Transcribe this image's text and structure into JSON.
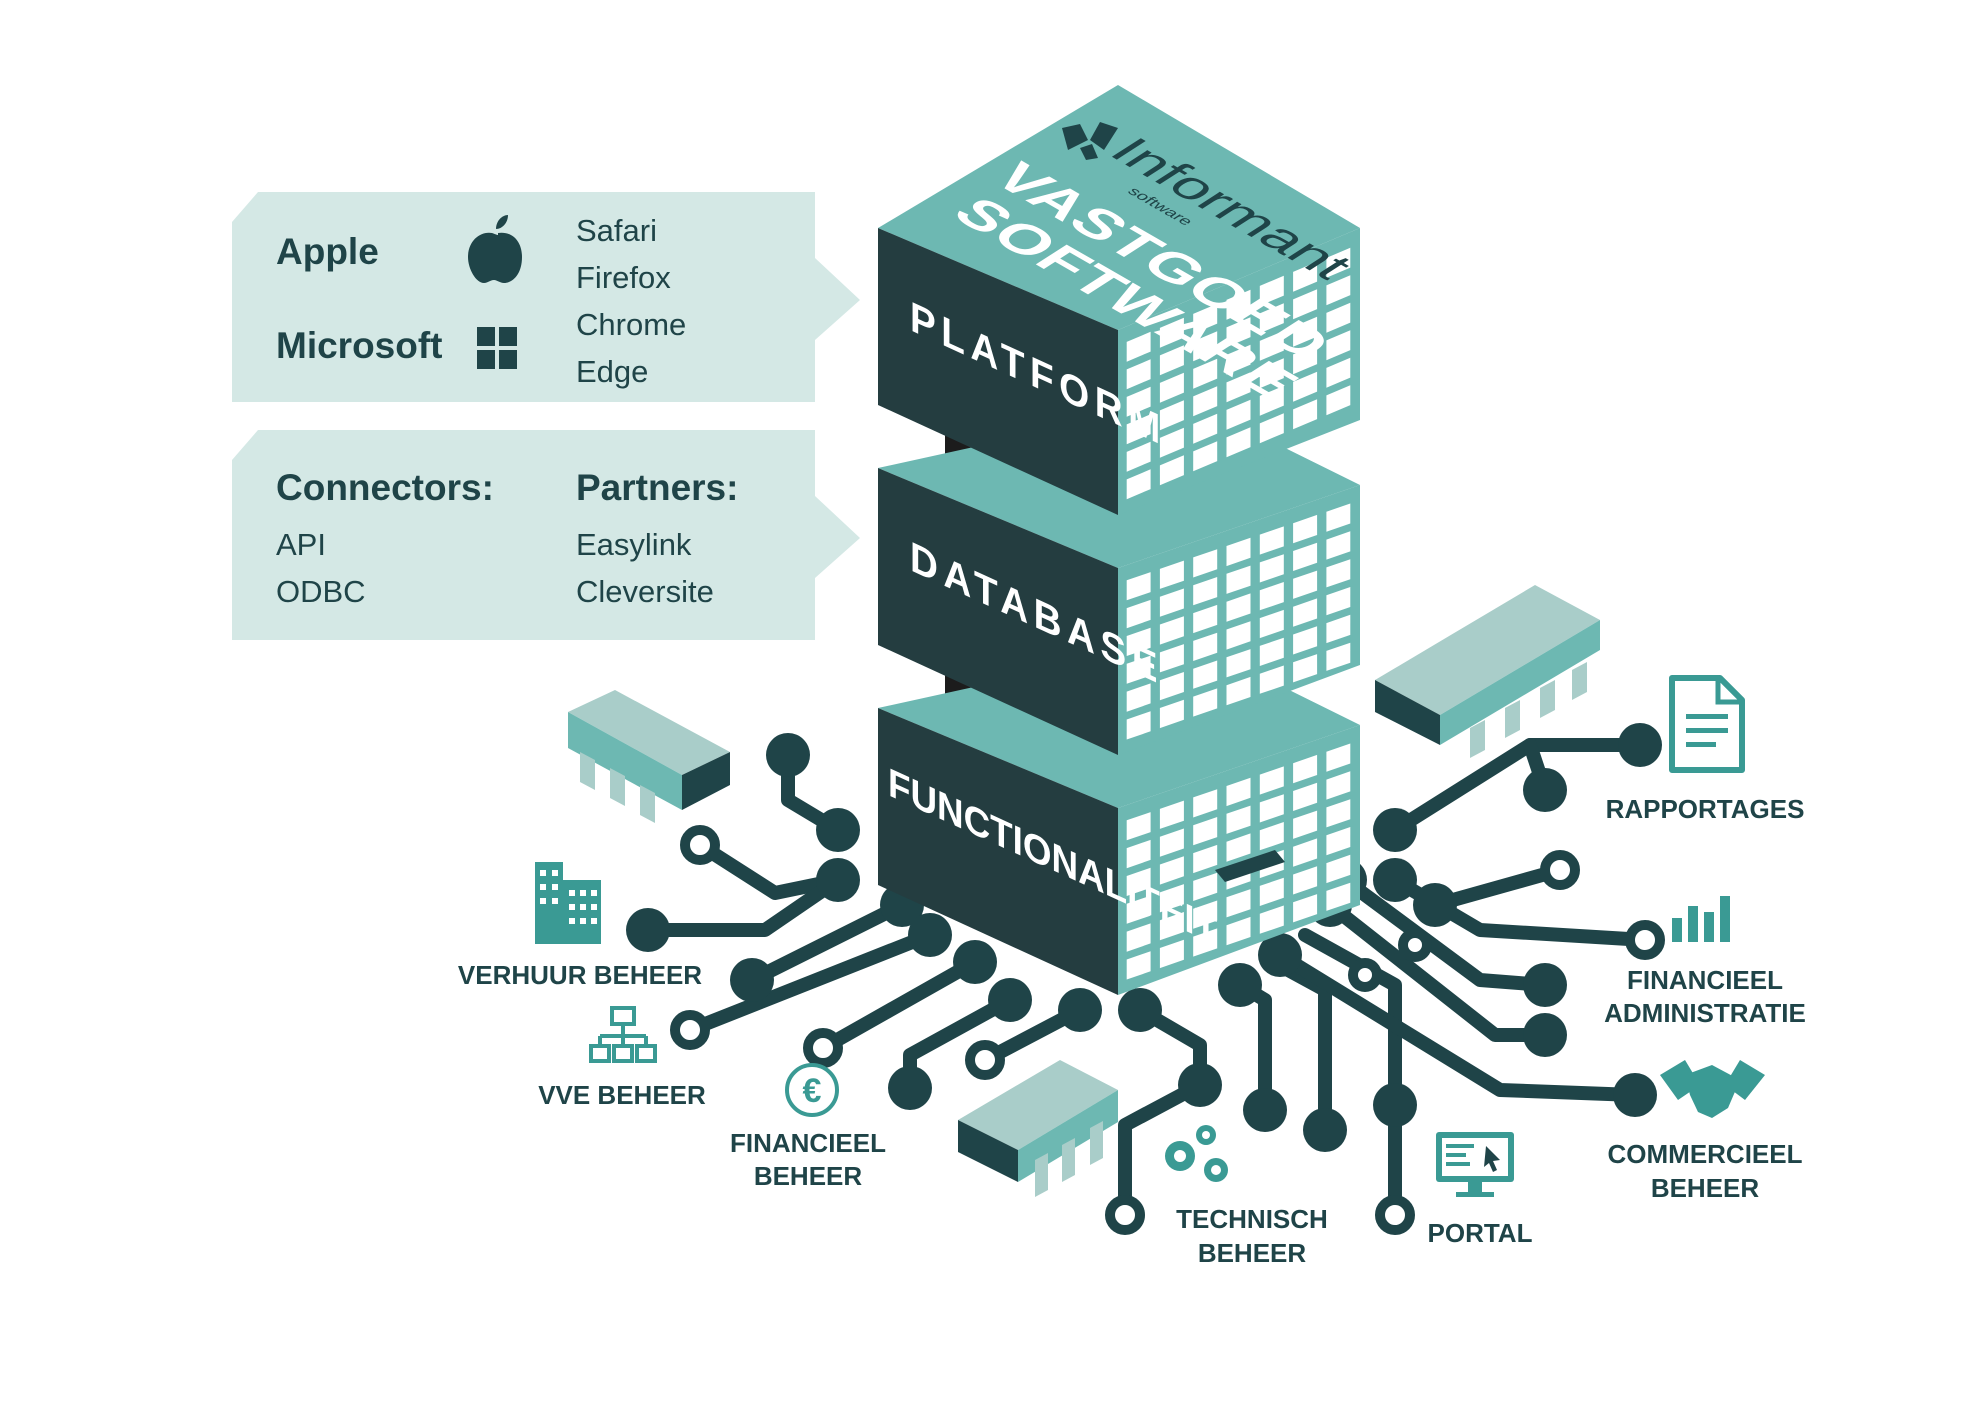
{
  "colors": {
    "teal": "#6db8b2",
    "teal_light": "#a9cdc9",
    "panel": "#d4e8e5",
    "dark": "#1f4448",
    "darker": "#243d40",
    "accent": "#3a9a94"
  },
  "platforms_panel": {
    "os": [
      {
        "name": "Apple",
        "icon": "apple-icon"
      },
      {
        "name": "Microsoft",
        "icon": "windows-icon"
      }
    ],
    "browsers": [
      "Safari",
      "Firefox",
      "Chrome",
      "Edge"
    ]
  },
  "connectors_panel": {
    "connectors_title": "Connectors:",
    "connectors": [
      "API",
      "ODBC"
    ],
    "partners_title": "Partners:",
    "partners": [
      "Easylink",
      "Cleversite"
    ]
  },
  "tower": {
    "brand_name": "Informant",
    "brand_sub": "software",
    "top_line1": "VASTGOED",
    "top_line2": "SOFTWARE",
    "layers": [
      "PLATFORM",
      "DATABASE",
      "FUNCTIONALITEIT"
    ]
  },
  "modules": {
    "verhuur": {
      "label": "VERHUUR BEHEER",
      "icon": "building-icon"
    },
    "vve": {
      "label": "VVE BEHEER",
      "icon": "org-chart-icon"
    },
    "financieel_beheer": {
      "line1": "FINANCIEEL",
      "line2": "BEHEER",
      "icon": "euro-icon"
    },
    "technisch": {
      "line1": "TECHNISCH",
      "line2": "BEHEER",
      "icon": "gears-icon"
    },
    "portal": {
      "label": "PORTAL",
      "icon": "monitor-icon"
    },
    "commercieel": {
      "line1": "COMMERCIEEL",
      "line2": "BEHEER",
      "icon": "handshake-icon"
    },
    "financieel_admin": {
      "line1": "FINANCIEEL",
      "line2": "ADMINISTRATIE",
      "icon": "bar-chart-icon"
    },
    "rapportages": {
      "label": "RAPPORTAGES",
      "icon": "document-icon"
    }
  }
}
